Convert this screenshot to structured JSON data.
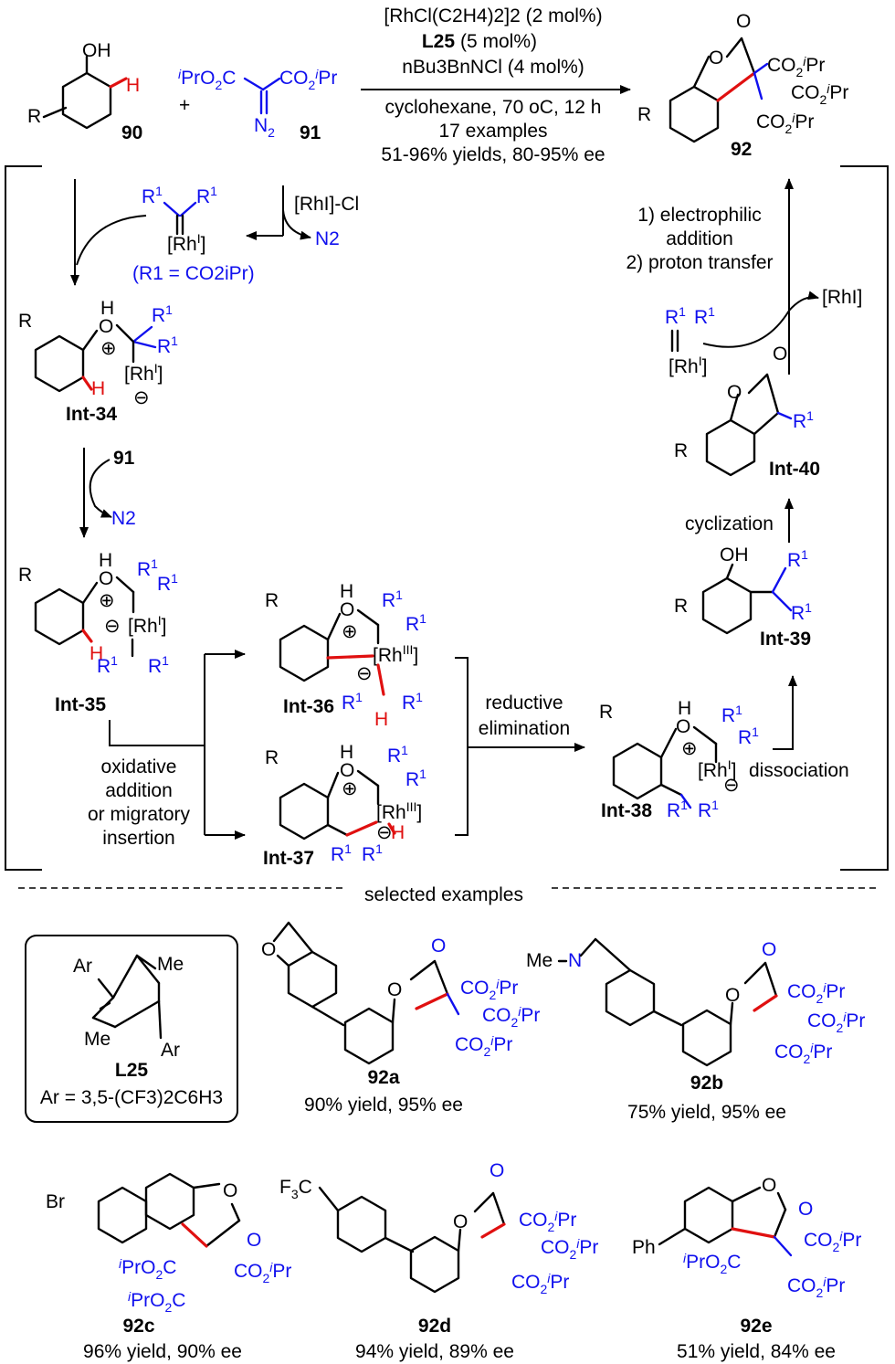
{
  "top_reaction": {
    "cond_catalyst": "[RhCl(C2H4)2]2 (2 mol%)",
    "cond_ligand": "L25",
    "cond_ligand_amount": "(5 mol%)",
    "cond_additive": "nBu3BnNCl (4 mol%)",
    "cond_solvent": "cyclohexane, 70 oC, 12 h",
    "cond_examples": "17 examples",
    "cond_yields": "51-96% yields, 80-95% ee",
    "reactant1_label": "90",
    "reactant2_label": "91",
    "product_label": "92"
  },
  "cycle": {
    "rh_carbene_note": "(R1 = CO2iPr)",
    "rhcl": "[RhI]-Cl",
    "n2": "N2",
    "int34": "Int-34",
    "int35": "Int-35",
    "int36": "Int-36",
    "int37": "Int-37",
    "int38": "Int-38",
    "int39": "Int-39",
    "int40": "Int-40",
    "reagent_91": "91",
    "step_ox_1": "oxidative",
    "step_ox_2": "addition",
    "step_ox_3": "or migratory",
    "step_ox_4": "insertion",
    "step_red_1": "reductive",
    "step_red_2": "elimination",
    "step_diss": "dissociation",
    "step_cyc": "cyclization",
    "step_elec_1": "1) electrophilic",
    "step_elec_2": "addition",
    "step_elec_3": "2) proton transfer",
    "rh_release": "[RhI]"
  },
  "examples": {
    "divider": "selected examples",
    "ligand_label": "L25",
    "ligand_ar": "Ar = 3,5-(CF3)2C6H3",
    "items": [
      {
        "label": "92a",
        "result": "90% yield, 95% ee"
      },
      {
        "label": "92b",
        "result": "75% yield, 95% ee"
      },
      {
        "label": "92c",
        "result": "96% yield, 90% ee"
      },
      {
        "label": "92d",
        "result": "94% yield, 89% ee"
      },
      {
        "label": "92e",
        "result": "51% yield, 84% ee"
      }
    ]
  },
  "colors": {
    "reagent": "#1010ee",
    "new_bond": "#e01010",
    "ink": "#000000"
  }
}
